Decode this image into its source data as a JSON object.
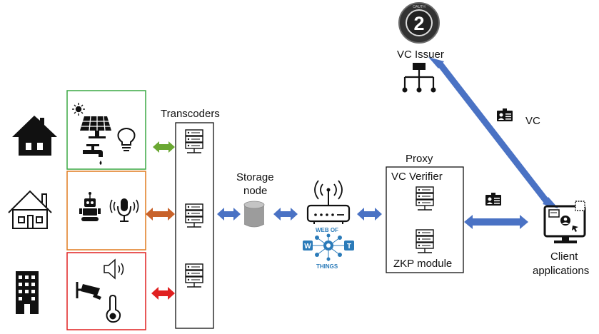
{
  "colors": {
    "green_box": "#3aa844",
    "orange_box": "#e07b1f",
    "red_box": "#e02020",
    "blue_arrow": "#4a72c4",
    "green_arrow": "#6aa832",
    "orange_arrow": "#c8622a",
    "red_arrow": "#e02020",
    "wot_blue": "#2b7bb9"
  },
  "labels": {
    "transcoders": "Transcoders",
    "storage_line1": "Storage",
    "storage_line2": "node",
    "proxy": "Proxy",
    "vc_verifier": "VC Verifier",
    "zkp_module": "ZKP module",
    "vc_issuer": "VC Issuer",
    "vc": "VC",
    "client_line1": "Client",
    "client_line2": "applications"
  },
  "logos": {
    "oauth_digit": "2",
    "oauth_ring": "OAUTH",
    "wot_line1": "WEB OF",
    "wot_line2": "THINGS",
    "wot_w": "W",
    "wot_t": "T"
  },
  "icons": [
    "house-solid-icon",
    "house-outline-icon",
    "building-icon",
    "sun-icon",
    "solar-panel-icon",
    "lightbulb-icon",
    "faucet-icon",
    "robot-icon",
    "microphone-icon",
    "speaker-icon",
    "cctv-camera-icon",
    "thermometer-icon",
    "server-icon",
    "database-icon",
    "wifi-router-icon",
    "hierarchy-icon",
    "id-card-icon",
    "monitor-user-icon"
  ]
}
